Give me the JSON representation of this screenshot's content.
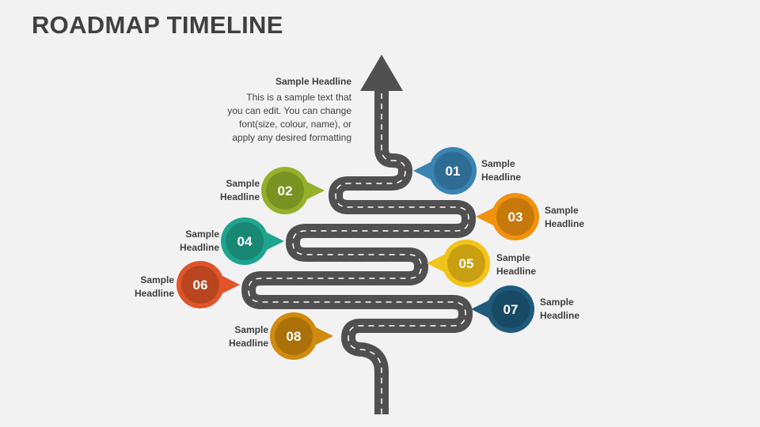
{
  "title": "ROADMAP TIMELINE",
  "intro": {
    "headline": "Sample Headline",
    "lines": [
      "This is a sample text that",
      "you can edit. You can change",
      "font(size, colour, name), or",
      "apply any desired formatting"
    ]
  },
  "milestones": [
    {
      "number": "01",
      "line1": "Sample",
      "line2": "Headline",
      "color": "#3a83b2",
      "inner": "#2f6c93"
    },
    {
      "number": "02",
      "line1": "Sample",
      "line2": "Headline",
      "color": "#95b02a",
      "inner": "#7a9221"
    },
    {
      "number": "03",
      "line1": "Sample",
      "line2": "Headline",
      "color": "#f0920e",
      "inner": "#c7780a"
    },
    {
      "number": "04",
      "line1": "Sample",
      "line2": "Headline",
      "color": "#1fa48d",
      "inner": "#188773"
    },
    {
      "number": "05",
      "line1": "Sample",
      "line2": "Headline",
      "color": "#f2c318",
      "inner": "#c9a011"
    },
    {
      "number": "06",
      "line1": "Sample",
      "line2": "Headline",
      "color": "#e0542a",
      "inner": "#b84420"
    },
    {
      "number": "07",
      "line1": "Sample",
      "line2": "Headline",
      "color": "#1f5a7c",
      "inner": "#184a66"
    },
    {
      "number": "08",
      "line1": "Sample",
      "line2": "Headline",
      "color": "#d08a0d",
      "inner": "#ab7109"
    }
  ],
  "road_color": "#505050"
}
